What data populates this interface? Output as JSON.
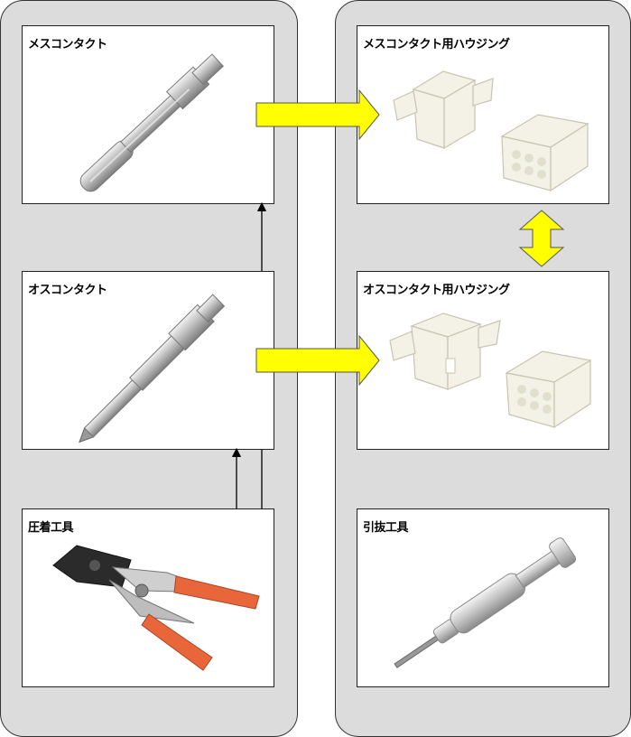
{
  "left_panel": {
    "female_contact": {
      "label": "メスコンタクト"
    },
    "male_contact": {
      "label": "オスコンタクト"
    },
    "crimp_tool": {
      "label": "圧着工具"
    }
  },
  "right_panel": {
    "female_housing": {
      "label": "メスコンタクト用ハウジング"
    },
    "male_housing": {
      "label": "オスコンタクト用ハウジング"
    },
    "extraction_tool": {
      "label": "引抜工具"
    }
  },
  "colors": {
    "panel_bg": "#dcdcdc",
    "arrow_yellow": "#ffff00",
    "handle_orange": "#e8663a"
  }
}
